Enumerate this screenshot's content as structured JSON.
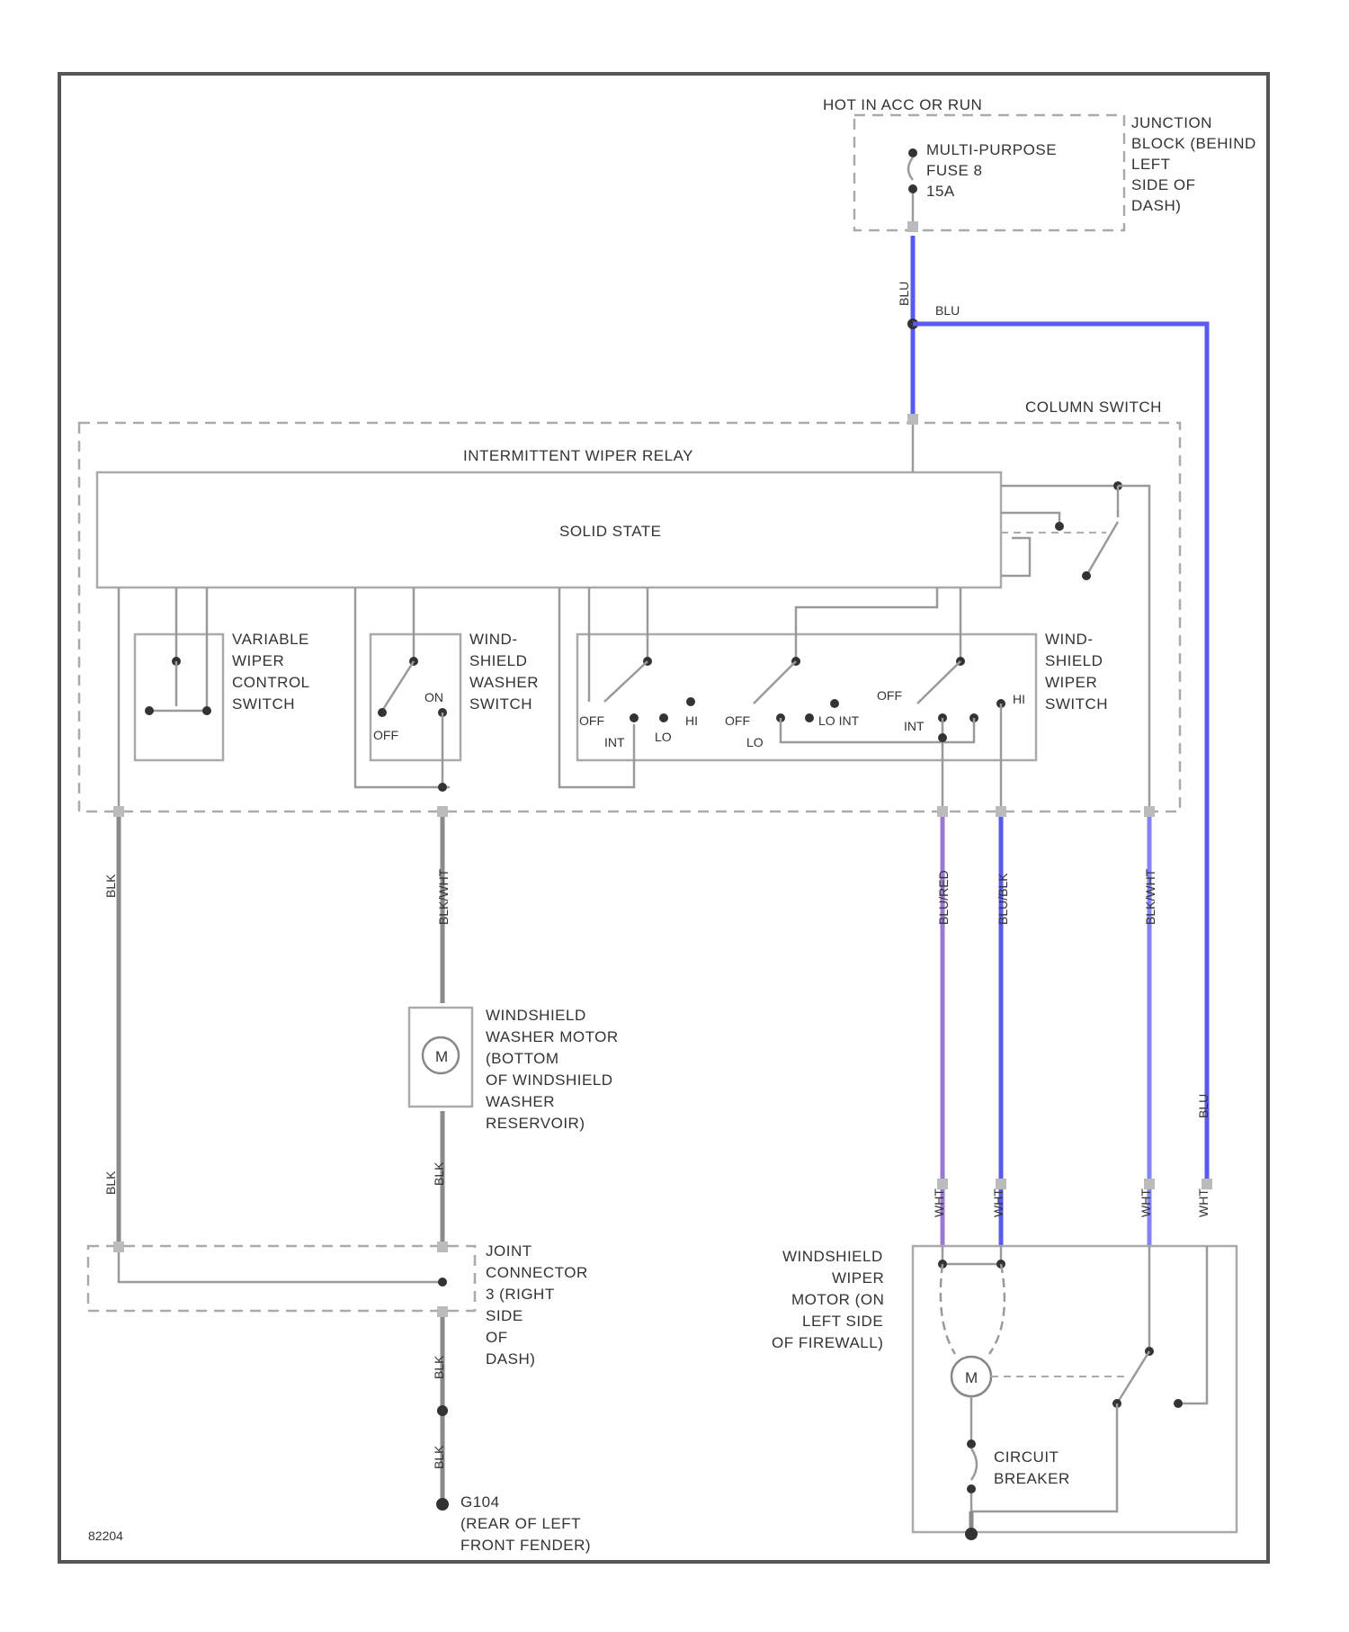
{
  "labels": {
    "power_source": "HOT IN ACC OR RUN",
    "fuse": [
      "MULTI-PURPOSE",
      "FUSE 8",
      "15A"
    ],
    "junction_block": [
      "JUNCTION",
      "BLOCK (BEHIND",
      "LEFT",
      "SIDE OF",
      "DASH)"
    ],
    "column_switch": "COLUMN SWITCH",
    "relay": "INTERMITTENT WIPER RELAY",
    "solid_state": "SOLID STATE",
    "variable_switch": [
      "VARIABLE",
      "WIPER",
      "CONTROL",
      "SWITCH"
    ],
    "washer_switch": [
      "WIND-",
      "SHIELD",
      "WASHER",
      "SWITCH"
    ],
    "wiper_switch": [
      "WIND-",
      "SHIELD",
      "WIPER",
      "SWITCH"
    ],
    "washer_motor": [
      "WINDSHIELD",
      "WASHER MOTOR",
      "(BOTTOM",
      "OF WINDSHIELD",
      "WASHER",
      "RESERVOIR)"
    ],
    "joint_connector": [
      "JOINT",
      "CONNECTOR",
      "3 (RIGHT",
      "SIDE",
      "OF",
      "DASH)"
    ],
    "ground": [
      "G104",
      "(REAR OF LEFT",
      "FRONT FENDER)"
    ],
    "wiper_motor": [
      "WINDSHIELD",
      "WIPER",
      "MOTOR (ON",
      "LEFT SIDE",
      "OF FIREWALL)"
    ],
    "circuit_breaker": [
      "CIRCUIT",
      "BREAKER"
    ],
    "motor_symbol": "M",
    "figure_id": "82204"
  },
  "switch_positions": {
    "washer_off": "OFF",
    "washer_on": "ON",
    "off": "OFF",
    "int": "INT",
    "lo": "LO",
    "hi": "HI",
    "lo_int": "LO INT"
  },
  "wire_colors": {
    "blu": "BLU",
    "blk_wht": "BLK/WHT",
    "blu_red": "BLU/RED",
    "blu_blk": "BLU/BLK",
    "blk": "BLK",
    "wht": "WHT"
  },
  "colors": {
    "blue_wire": "#5a5af0",
    "purple_wire": "#9a7ad0",
    "gray_wire": "#8a8a8a"
  }
}
